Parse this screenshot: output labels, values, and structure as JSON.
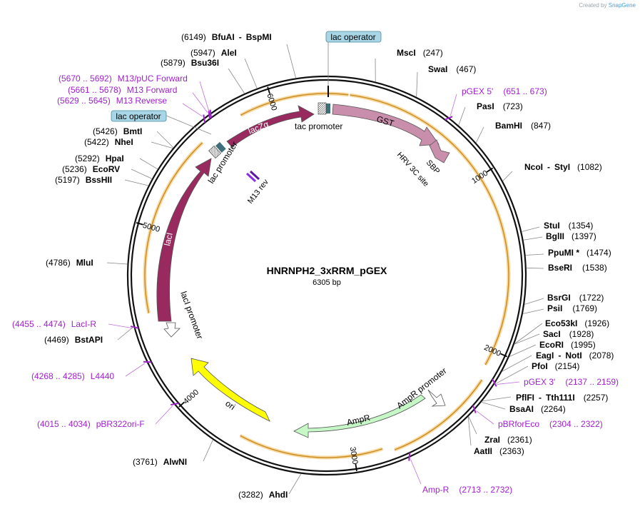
{
  "credit": {
    "prefix": "Created by",
    "brand": "SnapGene"
  },
  "plasmid": {
    "name": "HNRNPH2_3xRRM_pGEX",
    "size": "6305 bp",
    "length": 6305
  },
  "ticks": [
    "1000",
    "2000",
    "3000",
    "4000",
    "5000",
    "6000"
  ],
  "enzymes": [
    {
      "name": "BfuAI",
      "name2": "BspMI",
      "pos": "(6149)",
      "num": 6149
    },
    {
      "name": "AleI",
      "pos": "(5947)",
      "num": 5947
    },
    {
      "name": "Bsu36I",
      "pos": "(5879)",
      "num": 5879
    },
    {
      "name": "MscI",
      "pos": "(247)",
      "num": 247
    },
    {
      "name": "SwaI",
      "pos": "(467)",
      "num": 467
    },
    {
      "name": "PasI",
      "pos": "(723)",
      "num": 723
    },
    {
      "name": "BamHI",
      "pos": "(847)",
      "num": 847
    },
    {
      "name": "NcoI",
      "name2": "StyI",
      "pos": "(1082)",
      "num": 1082
    },
    {
      "name": "StuI",
      "pos": "(1354)",
      "num": 1354
    },
    {
      "name": "BglII",
      "pos": "(1397)",
      "num": 1397
    },
    {
      "name": "PpuMI *",
      "pos": "(1474)",
      "num": 1474
    },
    {
      "name": "BseRI",
      "pos": "(1538)",
      "num": 1538
    },
    {
      "name": "BsrGI",
      "pos": "(1722)",
      "num": 1722
    },
    {
      "name": "PsiI",
      "pos": "(1769)",
      "num": 1769
    },
    {
      "name": "Eco53kI",
      "pos": "(1926)",
      "num": 1926
    },
    {
      "name": "SacI",
      "pos": "(1928)",
      "num": 1928
    },
    {
      "name": "EcoRI",
      "pos": "(1995)",
      "num": 1995
    },
    {
      "name": "EagI",
      "name2": "NotI",
      "pos": "(2078)",
      "num": 2078
    },
    {
      "name": "PfoI",
      "pos": "(2154)",
      "num": 2154
    },
    {
      "name": "PflFI",
      "name2": "Tth111I",
      "pos": "(2257)",
      "num": 2257
    },
    {
      "name": "BsaAI",
      "pos": "(2264)",
      "num": 2264
    },
    {
      "name": "ZraI",
      "pos": "(2361)",
      "num": 2361
    },
    {
      "name": "AatII",
      "pos": "(2363)",
      "num": 2363
    },
    {
      "name": "AhdI",
      "pos": "(3282)",
      "num": 3282
    },
    {
      "name": "AlwNI",
      "pos": "(3761)",
      "num": 3761
    },
    {
      "name": "BstAPI",
      "pos": "(4469)",
      "num": 4469
    },
    {
      "name": "MluI",
      "pos": "(4786)",
      "num": 4786
    },
    {
      "name": "BssHII",
      "pos": "(5197)",
      "num": 5197
    },
    {
      "name": "EcoRV",
      "pos": "(5236)",
      "num": 5236
    },
    {
      "name": "HpaI",
      "pos": "(5292)",
      "num": 5292
    },
    {
      "name": "NheI",
      "pos": "(5422)",
      "num": 5422
    },
    {
      "name": "BmtI",
      "pos": "(5426)",
      "num": 5426
    }
  ],
  "primers": [
    {
      "name": "M13/pUC Forward",
      "range": "(5670 .. 5692)",
      "start": 5670
    },
    {
      "name": "M13 Forward",
      "range": "(5661 .. 5678)",
      "start": 5661
    },
    {
      "name": "M13 Reverse",
      "range": "(5629 .. 5645)",
      "start": 5629
    },
    {
      "name": "pGEX 5'",
      "range": "(651 .. 673)",
      "start": 651
    },
    {
      "name": "pGEX 3'",
      "range": "(2137 .. 2159)",
      "start": 2137
    },
    {
      "name": "pBRforEco",
      "range": "(2304 .. 2322)",
      "start": 2304
    },
    {
      "name": "Amp-R",
      "range": "(2713 .. 2732)",
      "start": 2713
    },
    {
      "name": "pBR322ori-F",
      "range": "(4015 .. 4034)",
      "start": 4015
    },
    {
      "name": "L4440",
      "range": "(4268 .. 4285)",
      "start": 4268
    },
    {
      "name": "LacI-R",
      "range": "(4455 .. 4474)",
      "start": 4455
    }
  ],
  "features": [
    {
      "name": "lacZα",
      "color": "#982a5f"
    },
    {
      "name": "GST",
      "color": "#c88eab"
    },
    {
      "name": "SBP",
      "color": "#c88eab"
    },
    {
      "name": "lacI",
      "color": "#982a5f"
    },
    {
      "name": "ori",
      "color": "#ffff00"
    },
    {
      "name": "AmpR",
      "color": "#c6f7c6"
    },
    {
      "name": "M13 rev",
      "color": "#8a2be2"
    }
  ],
  "feature_labels": {
    "lac_operator": "lac operator",
    "tac_promoter": "tac promoter",
    "lac_promoter": "lac promoter",
    "laci_promoter": "lacI promoter",
    "ampr_promoter": "AmpR promoter",
    "hrv": "HRV 3C site"
  },
  "colors": {
    "enzyme_text": "#000000",
    "primer_text": "#a020d0",
    "feature_magenta": "#982a5f",
    "feature_pink": "#c88eab",
    "ori": "#ffff00",
    "ampr": "#c6f7c6",
    "operator_box": "#a8d6e6",
    "orf_arc": "#f0a020"
  }
}
